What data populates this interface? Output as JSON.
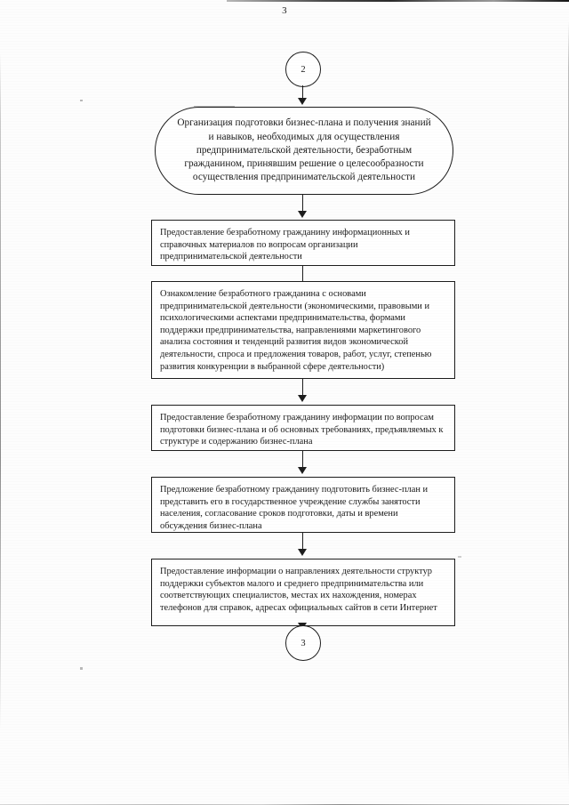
{
  "document": {
    "page_number": "3",
    "language": "ru",
    "type": "flowchart"
  },
  "chart_data": {
    "type": "diagram",
    "title": "",
    "nodes": [
      {
        "id": "connector_in",
        "shape": "circle",
        "label": "2"
      },
      {
        "id": "stage_title",
        "shape": "stadium",
        "label": "Организация подготовки бизнес-плана и получения знаний и навыков, необходимых для осуществления предпринимательской деятельности, безработным гражданином, принявшим решение о целесообразности осуществления предпринимательской деятельности"
      },
      {
        "id": "step_1",
        "shape": "rect",
        "label": "Предоставление безработному гражданину информационных и справочных материалов по вопросам организации предпринимательской деятельности"
      },
      {
        "id": "step_2",
        "shape": "rect",
        "label": "Ознакомление безработного гражданина с основами предпринимательской деятельности (экономическими, правовыми и психологическими аспектами предпринимательства, формами поддержки предпринимательства, направлениями маркетингового анализа состояния и тенденций развития видов экономической деятельности, спроса и предложения товаров, работ, услуг, степенью развития конкуренции в выбранной сфере деятельности)"
      },
      {
        "id": "step_3",
        "shape": "rect",
        "label": "Предоставление безработному гражданину информации по вопросам подготовки бизнес-плана и об основных требованиях, предъявляемых к структуре и содержанию бизнес-плана"
      },
      {
        "id": "step_4",
        "shape": "rect",
        "label": "Предложение безработному гражданину подготовить бизнес-план и представить его в государственное учреждение службы занятости населения, согласование сроков подготовки, даты и времени обсуждения бизнес-плана"
      },
      {
        "id": "step_5",
        "shape": "rect",
        "label": "Предоставление информации о направлениях деятельности структур поддержки субъектов малого и среднего предпринимательства или соответствующих специалистов, местах их нахождения, номерах телефонов для справок, адресах официальных сайтов в сети Интернет"
      },
      {
        "id": "connector_out",
        "shape": "circle",
        "label": "3"
      }
    ],
    "edges": [
      {
        "from": "connector_in",
        "to": "stage_title",
        "arrow": true
      },
      {
        "from": "stage_title",
        "to": "step_1",
        "arrow": true
      },
      {
        "from": "step_1",
        "to": "step_2",
        "arrow": true
      },
      {
        "from": "step_2",
        "to": "step_3",
        "arrow": true
      },
      {
        "from": "step_3",
        "to": "step_4",
        "arrow": true
      },
      {
        "from": "step_4",
        "to": "step_5",
        "arrow": true
      },
      {
        "from": "step_5",
        "to": "connector_out",
        "arrow": true
      }
    ],
    "orientation": "top-to-bottom",
    "colors": {
      "stroke": "#1d1d1d",
      "fill": "#ffffff",
      "text": "#1a1a1a"
    }
  }
}
